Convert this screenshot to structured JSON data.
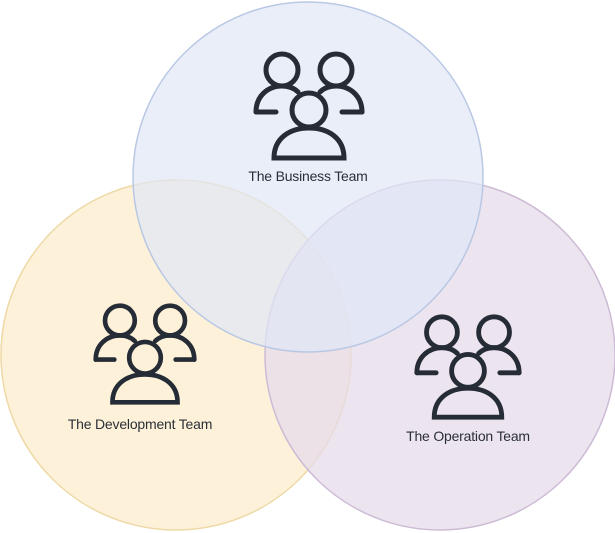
{
  "teams": [
    {
      "id": "business",
      "label": "The Business Team",
      "fill": "#dfe7f7",
      "stroke": "#b9c8e4"
    },
    {
      "id": "development",
      "label": "The Development Team",
      "fill": "#fcefcf",
      "stroke": "#eed9a6"
    },
    {
      "id": "operation",
      "label": "The Operation Team",
      "fill": "#e5dbea",
      "stroke": "#cdbbd6"
    }
  ],
  "icon": "people-group-icon",
  "icon_color": "#262c36"
}
